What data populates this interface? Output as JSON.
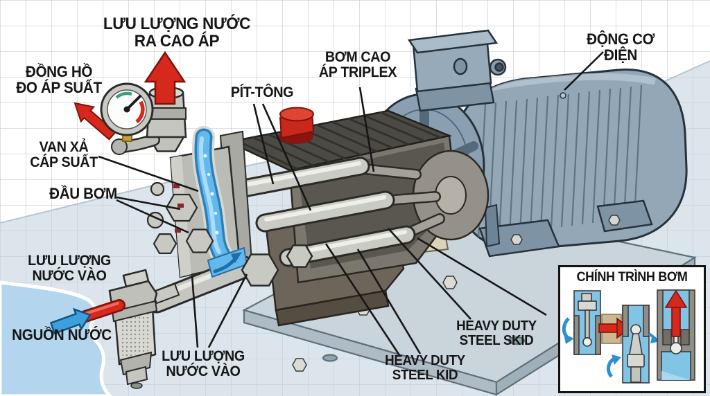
{
  "labels": {
    "outlet_high_pressure": {
      "text": "LƯU LƯỢNG NƯỚC\nRA CAO ÁP"
    },
    "pressure_gauge": {
      "text": "ĐỒNG HỒ\nĐO ÁP SUẤT"
    },
    "relief_valve": {
      "text": "VAN XẢ\nCÁP SUẤT"
    },
    "pump_head": {
      "text": "ĐẦU BƠM"
    },
    "water_inlet_upper": {
      "text": "LƯU LƯỢNG\nNƯỚC VÀO"
    },
    "water_source": {
      "text": "NGUỒN NƯỚC"
    },
    "piston": {
      "text": "PÍT-TÔNG"
    },
    "triplex_pump": {
      "text": "BƠM CAO\nÁP TRIPLEX"
    },
    "electric_motor": {
      "text": "ĐỘNG CƠ ĐIỆN"
    },
    "steel_skid": {
      "text": "HEAVY DUTY\nSTEEL SKID"
    },
    "steel_kid": {
      "text": "HEAVY DUTY\nSTEEL KID"
    },
    "water_inlet_lower": {
      "text": "LƯU LƯỢNG\nNƯỚC VÀO"
    }
  },
  "inset": {
    "title": "CHÍNH TRÌNH BƠM"
  },
  "colors": {
    "arrow_red": "#d6281c",
    "arrow_blue": "#3da0dc",
    "water_blue": "#62b9ee",
    "motor_blue_gray": "#93a7b7",
    "skid_gray": "#c9d4db",
    "label_black": "#161616"
  }
}
